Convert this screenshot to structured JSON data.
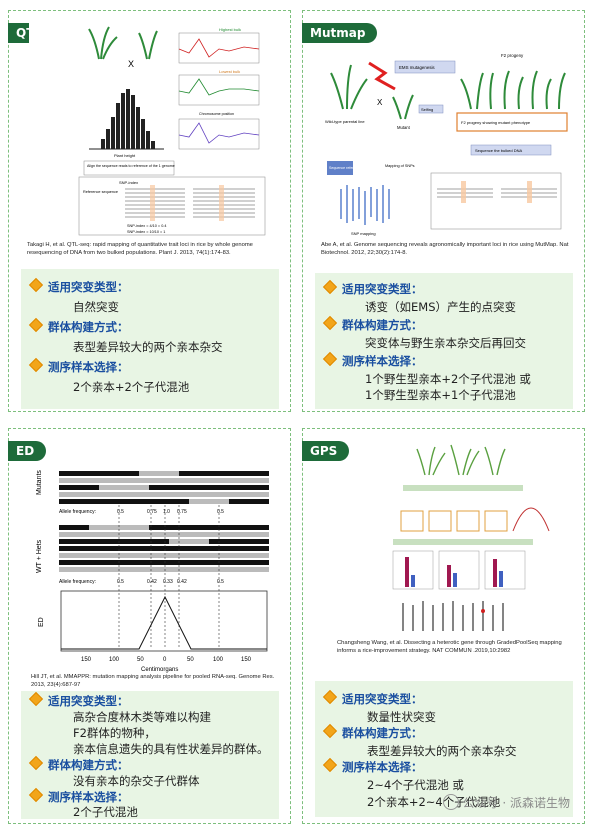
{
  "panels": {
    "qtl": {
      "tag": "QTL",
      "caption": "Takagi H, et al. QTL-seq: rapid mapping of quantitative trait loci in rice by whole genome resequencing of DNA from two bulked populations. Plant J. 2013, 74(1):174-83.",
      "figure": {
        "highest_bulk": "Highest bulk",
        "lowest_bulk": "Lowest bulk",
        "plant_height": "Plant height",
        "chromosome_position": "Chromosome position",
        "align_note": "Align the sequence reads to reference of the 1 genome",
        "snp_index": "SNP-index",
        "reference_sequence": "Reference sequence",
        "snp_a": "SNP-index = 4/10 = 0.4",
        "snp_b": "SNP-index = 10/10 = 1",
        "cross": "X"
      },
      "info": [
        {
          "text": "适用突变类型：",
          "header": true
        },
        {
          "text": "自然突变",
          "header": false
        },
        {
          "text": "群体构建方式：",
          "header": true
        },
        {
          "text": "表型差异较大的两个亲本杂交",
          "header": false
        },
        {
          "text": "测序样本选择：",
          "header": true
        },
        {
          "text": "2个亲本+2个子代混池",
          "header": false
        }
      ]
    },
    "mutmap": {
      "tag": "Mutmap",
      "caption": "Abe A, et al. Genome sequencing reveals agronomically important loci in rice using MutMap. Nat Biotechnol. 2012, 22;30(2):174-8.",
      "figure": {
        "ems": "EMS mutagenesis",
        "f2_progeny": "F2 progeny",
        "wild_type": "Wild-type parental line",
        "mutant": "Mutant",
        "selfing": "Selfing",
        "f2_mutant": "F2 progeny showing mutant phenotype",
        "bulked": "Sequence the bulked DNA",
        "reference": "Sequence reference",
        "mapping": "Mapping of SNPs",
        "snp_mapping": "SNP mapping",
        "cross": "X"
      },
      "info": [
        {
          "text": "适用突变类型：",
          "header": true
        },
        {
          "text": "诱变（如EMS）产生的点突变",
          "header": false
        },
        {
          "text": "群体构建方式：",
          "header": true
        },
        {
          "text": "突变体与野生亲本杂交后再回交",
          "header": false
        },
        {
          "text": "测序样本选择：",
          "header": true
        },
        {
          "text": "1个野生型亲本+2个子代混池 或",
          "header": false
        },
        {
          "text": "1个野生型亲本+1个子代混池",
          "header": false
        }
      ]
    },
    "ed": {
      "tag": "ED",
      "caption": "Hill JT, et al. MMAPPR: mutation mapping analysis pipeline for pooled RNA-seq. Genome Res. 2013, 23(4):687-97",
      "figure": {
        "mutants": "Mutants",
        "wt_hets": "WT + Hets",
        "allele_frequency": "Allele frequency:",
        "ed_axis": "ED",
        "centimorgans": "Centimorgans",
        "freqs_top": [
          "0.5",
          "0.75",
          "1.0",
          "0.75",
          "0.5"
        ],
        "freqs_bottom": [
          "0.5",
          "0.42",
          "0.33",
          "0.42",
          "0.5"
        ],
        "ticks": [
          "150",
          "100",
          "50",
          "0",
          "50",
          "100",
          "150"
        ]
      },
      "info": [
        {
          "text": "适用突变类型：",
          "header": true
        },
        {
          "text": "高杂合度林木类等难以构建",
          "header": false
        },
        {
          "text": "F2群体的物种，",
          "header": false
        },
        {
          "text": "亲本信息遗失的具有性状差异的群体。",
          "header": false
        },
        {
          "text": "群体构建方式：",
          "header": true
        },
        {
          "text": "没有亲本的杂交子代群体",
          "header": false
        },
        {
          "text": "测序样本选择：",
          "header": true
        },
        {
          "text": "2个子代混池",
          "header": false
        }
      ]
    },
    "gps": {
      "tag": "GPS",
      "caption": "Changsheng Wang, et al. Dissecting a heterotic gene through GradedPoolSeq mapping informs a rice-improvement strategy. NAT COMMUN .2019,10:2982",
      "info": [
        {
          "text": "适用突变类型：",
          "header": true
        },
        {
          "text": "数量性状突变",
          "header": false
        },
        {
          "text": "群体构建方式：",
          "header": true
        },
        {
          "text": "表型差异较大的两个亲本杂交",
          "header": false
        },
        {
          "text": "测序样本选择：",
          "header": true
        },
        {
          "text": "2~4个子代混池 或",
          "header": false
        },
        {
          "text": "2个亲本+2~4个子代混池",
          "header": false
        }
      ]
    }
  },
  "watermark": "公众号 · 派森诺生物",
  "colors": {
    "accent": "#1e6b3a",
    "header": "#1a4fa0",
    "info_bg": "#e8f5e4",
    "diamond": "#f2a51a",
    "border": "#7dbf7d"
  }
}
